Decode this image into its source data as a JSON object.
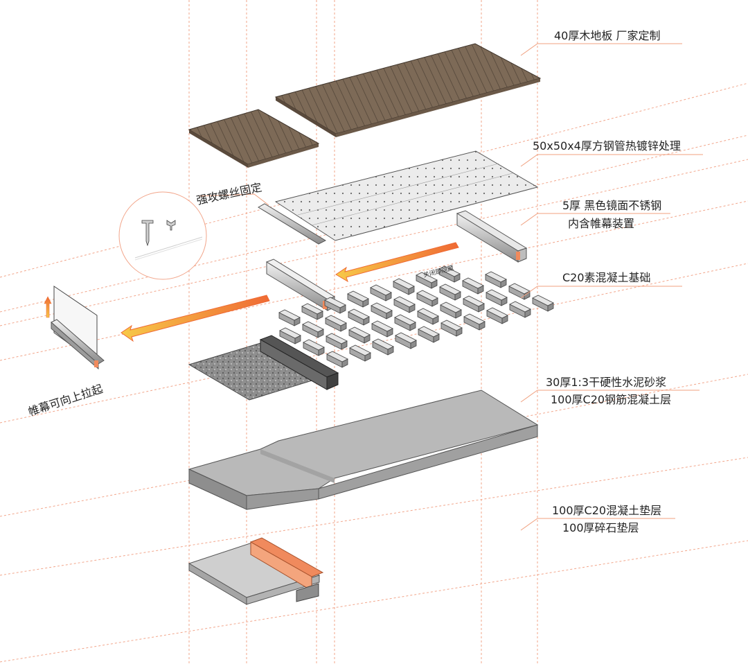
{
  "colors": {
    "guide": "#f2a58a",
    "leader": "#f0a07f",
    "wood_light": "#8a7764",
    "wood_dark": "#4e4135",
    "concrete": "#b9b9b9",
    "concrete_dark": "#8e8e8e",
    "steel": "#d9d9d9",
    "accent_orange": "#f08a5d",
    "arrow_yellow": "#f7c948",
    "arrow_orange": "#ef7b3b",
    "text": "#222222"
  },
  "labels": {
    "floor": "40厚木地板 厂家定制",
    "steel_tube": "50x50x4厚方钢管热镀锌处理",
    "stainless_1": "5厚 黑色镜面不锈钢",
    "stainless_2": "内含帷幕装置",
    "c20_base": "C20素混凝土基础",
    "mortar_1": "30厚1:3干硬性水泥砂浆",
    "mortar_2": "100厚C20钢筋混凝土层",
    "cushion_1": "100厚C20混凝土垫层",
    "cushion_2": "100厚碎石垫层",
    "screw": "强攻螺丝固定",
    "curtain": "帷幕可向上拉起",
    "hidden": "关闭即隐藏"
  },
  "icons": [
    "screw-icon",
    "wing-nut-icon",
    "arrow-left-icon",
    "arrow-up-icon"
  ]
}
